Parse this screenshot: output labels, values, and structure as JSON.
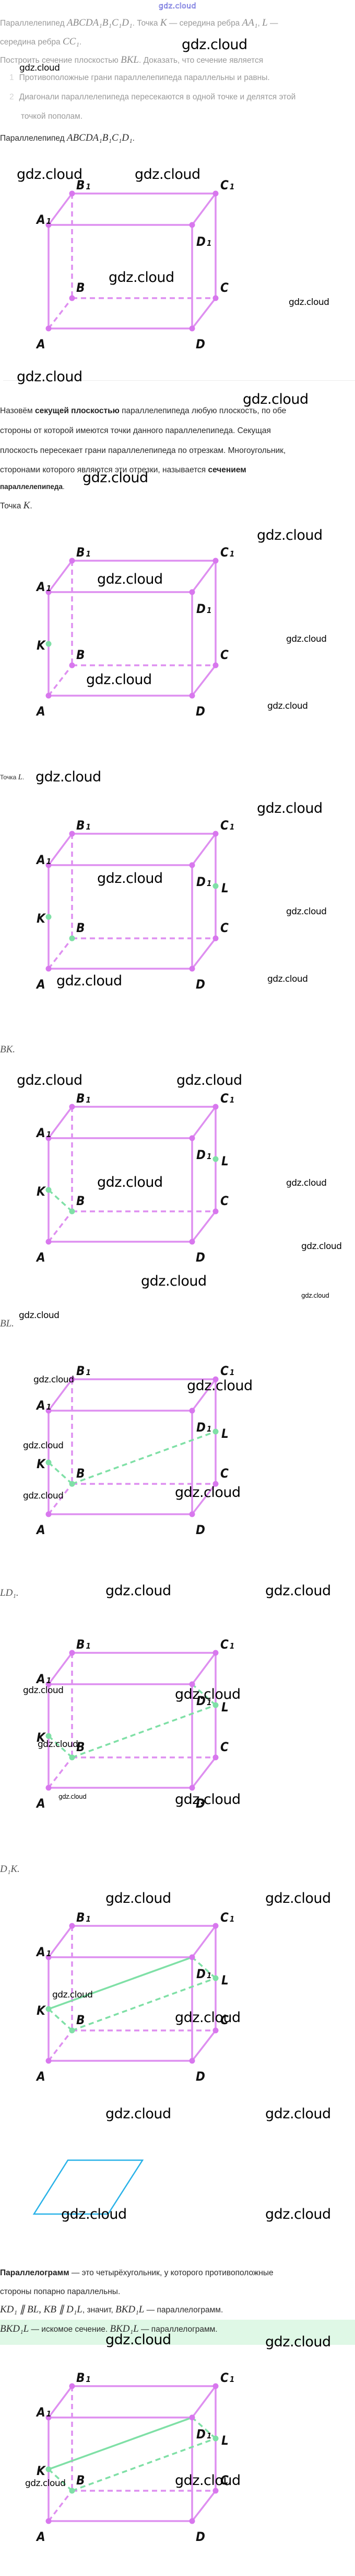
{
  "header": {
    "watermark": "gdz.cloud"
  },
  "task": {
    "line1_a": "Параллелепипед ",
    "line1_math": "ABCDA₁B₁C₁D₁",
    "line1_b": ". Точка ",
    "line1_k": "K",
    "line1_c": " — середина ребра ",
    "line1_aa1": "AA₁",
    "line1_d": ", ",
    "line1_l": "L",
    "line1_e": " —",
    "line2_a": "середина ребра ",
    "line2_cc1": "CC₁",
    "line2_b": ".",
    "line3_a": "Построить сечение плоскостью ",
    "line3_bkl": "BKL",
    "line3_b": ". Доказать, что сечение является",
    "hints": [
      {
        "num": "1",
        "text": "Противоположные грани параллелепипеда параллельны и равны."
      },
      {
        "num": "2",
        "text": "Диагонали параллелепипеда пересекаются в одной точке и делятся этой"
      },
      {
        "num": "",
        "text": "точкой пополам."
      }
    ]
  },
  "solution": {
    "intro_text": "Параллелепипед ",
    "intro_math": "ABCDA₁B₁C₁D₁",
    "intro_end": ".",
    "definition": {
      "l1_a": "Назовём ",
      "l1_bold": "секущей плоскостью",
      "l1_b": " параллелепипеда любую плоскость, по обе",
      "l2": "стороны от которой имеются точки данного параллелепипеда. Секущая",
      "l3": "плоскость пересекает грани параллелепипеда по отрезкам. Многоугольник,",
      "l4_a": "сторонами которого являются эти отрезки, называется ",
      "l4_bold": "сечением",
      "l5_bold": "параллелепипеда",
      "l5_end": "."
    },
    "step_k_text": "Точка ",
    "step_k_math": "K",
    "step_k_end": ".",
    "step_l_text": "Точка ",
    "step_l_math": "L",
    "step_l_end": ".",
    "step_bk": "BK.",
    "step_bl": "BL.",
    "step_ld1": "LD₁.",
    "step_d1k": "D₁K.",
    "parallelogram_def": {
      "bold": "Параллелограмм",
      "l1": " — это четырёхугольник, у которого противоположные",
      "l2": "стороны попарно параллельны."
    },
    "conclusion": {
      "m1": "KD₁ ∥ BL, KB ∥ D₁L",
      "t1": ", значит, ",
      "m2": "BKD₁L",
      "t2": " — параллелограмм."
    },
    "answer": {
      "m1": "BKD₁L",
      "t1": " — искомое сечение. ",
      "m2": "BKD₁L",
      "t2": " — параллелограмм."
    }
  },
  "figure": {
    "vertex_labels": {
      "A": "A",
      "B": "B",
      "C": "C",
      "D": "D",
      "A1": "A",
      "B1": "B",
      "C1": "C",
      "D1": "D",
      "sub": "1"
    },
    "point_labels": {
      "K": "K",
      "L": "L"
    },
    "colors": {
      "edge": "#de8ff0",
      "vertex": "#d877ee",
      "section": "#7fe0a6",
      "parallelogram": "#29b2e8",
      "answer_bg": "#dff8e6"
    }
  },
  "watermarks": [
    "gdz.cloud"
  ]
}
